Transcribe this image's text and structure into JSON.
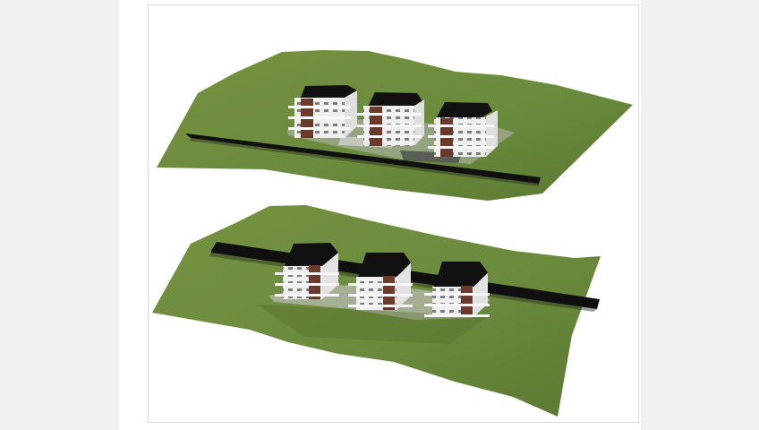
{
  "document": {
    "figure": {
      "views": [
        {
          "view": "upper-perspective",
          "buildings": 3,
          "road": true
        },
        {
          "view": "lower-perspective",
          "buildings": 3,
          "road": true
        }
      ]
    }
  },
  "colors": {
    "workspace_bg": "#f1f1f1",
    "page_bg": "#ffffff",
    "terrain": "#6b8b3d",
    "terrain_dark": "#587630",
    "road": "#111111",
    "facade": "#efefef",
    "brick": "#6e3d2b",
    "roof": "#111111",
    "paving": "#c8c8c8"
  }
}
